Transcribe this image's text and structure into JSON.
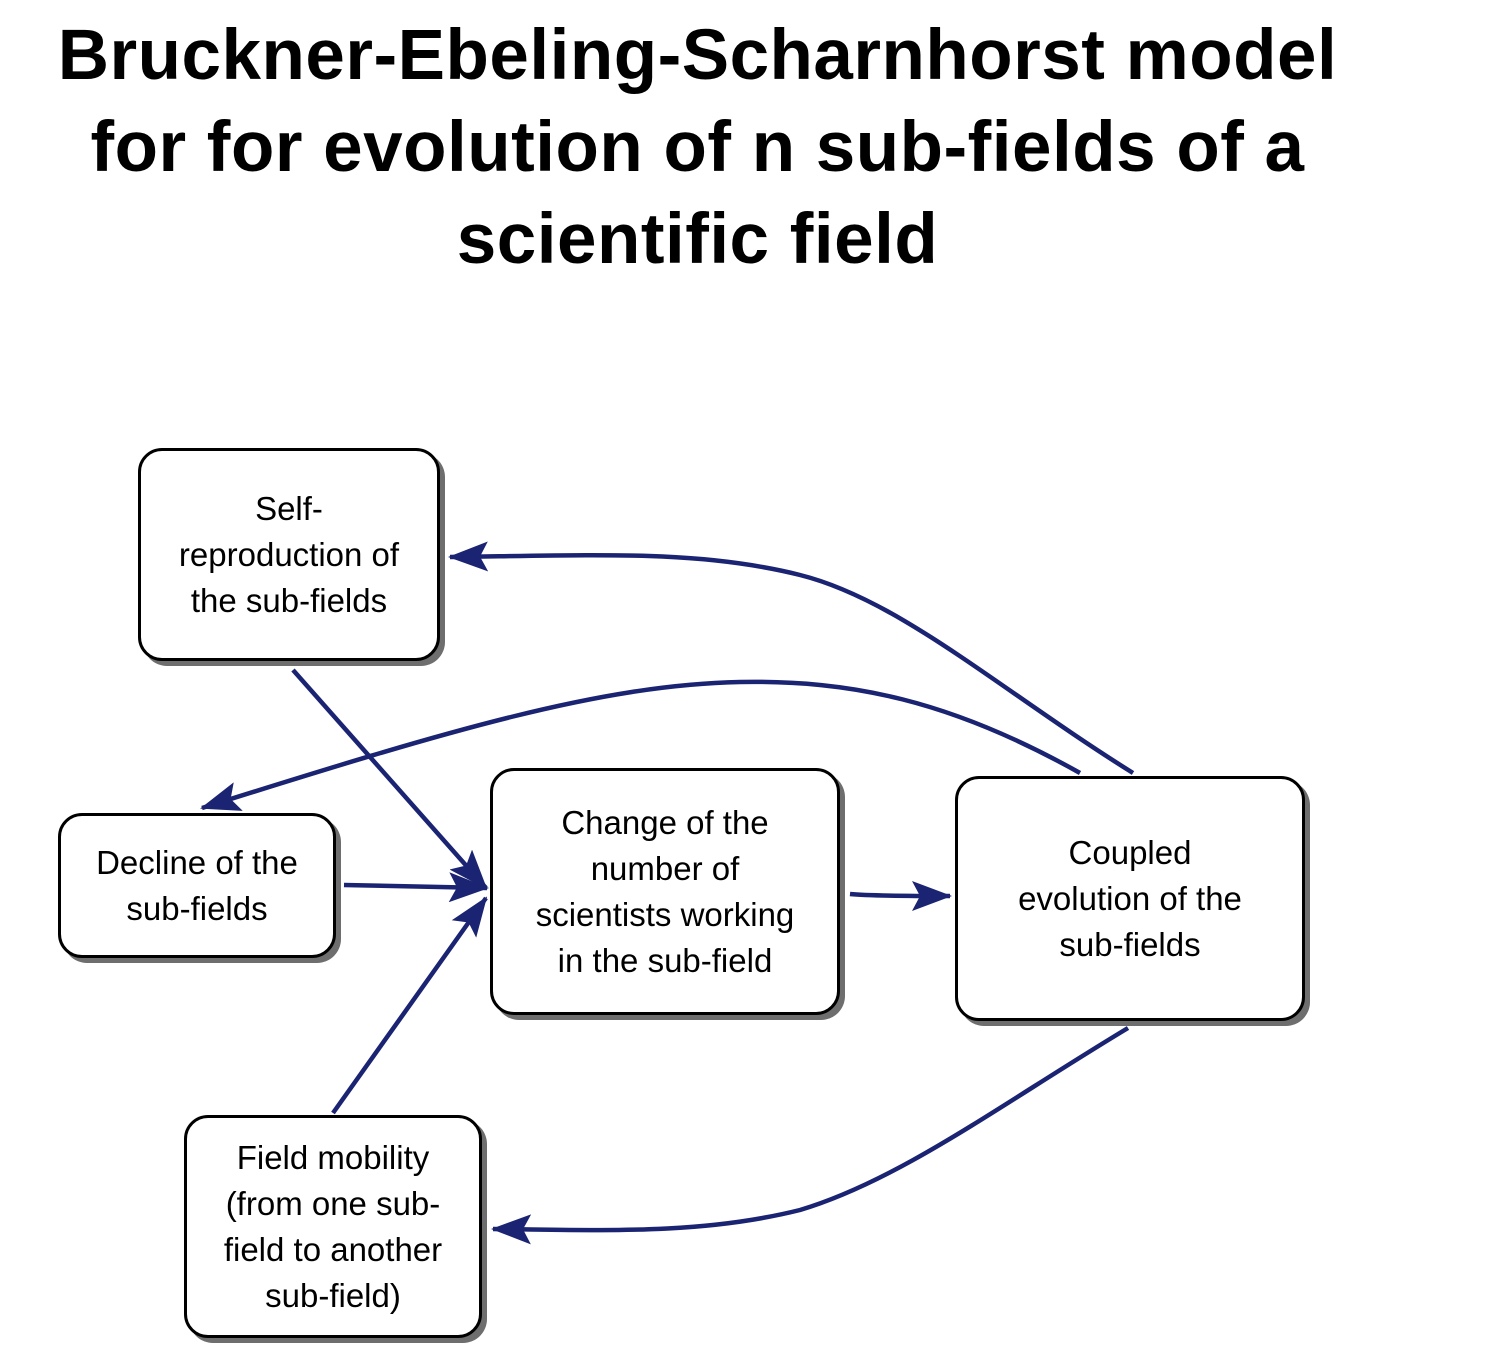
{
  "title": {
    "line1": "Bruckner-Ebeling-Scharnhorst model",
    "line2": "for for evolution of n sub-fields of a",
    "line3": "scientific field"
  },
  "colors": {
    "arrow": "#1a2472",
    "box_border": "#000000",
    "box_shadow": "#6e6e6e",
    "background": "#ffffff"
  },
  "nodes": {
    "self_reproduction": {
      "line1": "Self-",
      "line2": "reproduction of",
      "line3": "the sub-fields"
    },
    "decline": {
      "line1": "Decline of the",
      "line2": "sub-fields"
    },
    "change": {
      "line1": "Change of the",
      "line2": "number of",
      "line3": "scientists working",
      "line4": "in the sub-field"
    },
    "coupled": {
      "line1": "Coupled",
      "line2": "evolution of the",
      "line3": "sub-fields"
    },
    "mobility": {
      "line1": "Field mobility",
      "line2": "(from one sub-",
      "line3": "field to another",
      "line4": "sub-field)"
    }
  },
  "edges": [
    {
      "from": "self_reproduction",
      "to": "change"
    },
    {
      "from": "decline",
      "to": "change"
    },
    {
      "from": "mobility",
      "to": "change"
    },
    {
      "from": "change",
      "to": "coupled"
    },
    {
      "from": "coupled",
      "to": "self_reproduction"
    },
    {
      "from": "coupled",
      "to": "decline"
    },
    {
      "from": "coupled",
      "to": "mobility"
    }
  ]
}
